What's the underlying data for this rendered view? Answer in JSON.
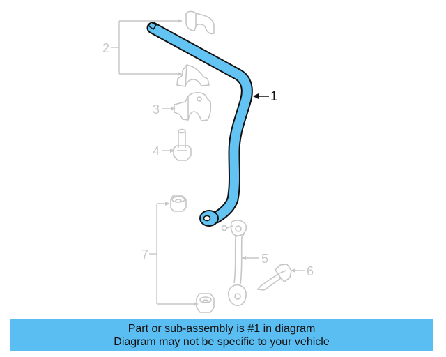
{
  "diagram": {
    "callouts": {
      "c1": "1",
      "c2": "2",
      "c3": "3",
      "c4": "4",
      "c5": "5",
      "c6": "6",
      "c7": "7"
    },
    "highlighted_part": "1",
    "colors": {
      "highlight_fill": "#63c3f2",
      "highlight_outline": "#111111",
      "ghost_line": "#c6c6c6",
      "banner_bg": "#5bbef2"
    }
  },
  "banner": {
    "line1": "Part or sub-assembly is #1 in diagram",
    "line2": "Diagram may not be specific to your vehicle"
  }
}
